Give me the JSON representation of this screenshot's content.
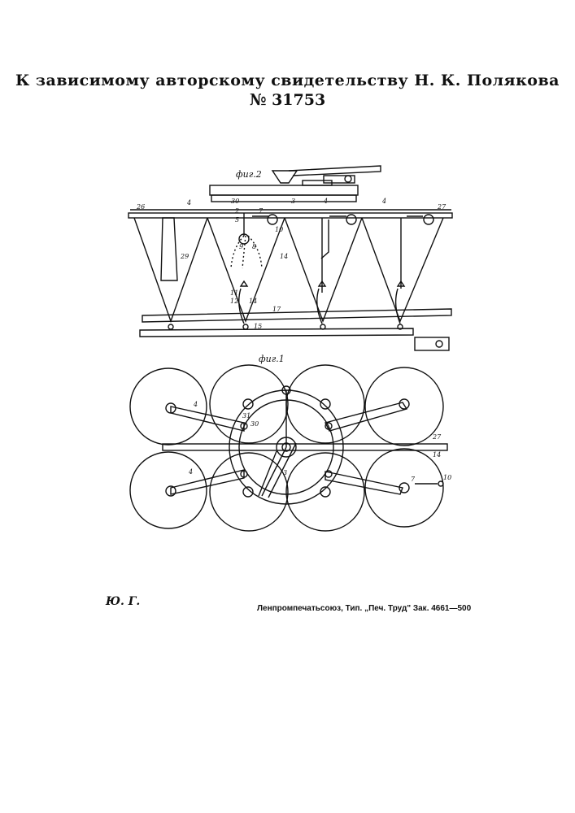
{
  "header": {
    "title": "К зависимому авторскому свидетельству Н. К. Полякова",
    "patent_number": "№ 31753"
  },
  "figures": {
    "fig2_caption": "фиг.2",
    "fig1_caption": "фиг.1",
    "fig2_labels": [
      "26",
      "4",
      "30",
      "2",
      "3",
      "4",
      "4",
      "27",
      "5",
      "7",
      "10",
      "9",
      "8",
      "14",
      "29",
      "11",
      "12",
      "14",
      "17",
      "15"
    ],
    "fig1_labels": [
      "4",
      "31",
      "30",
      "4",
      "3",
      "27",
      "14",
      "7",
      "10"
    ]
  },
  "footer": {
    "initials": "Ю. Г.",
    "printer": "Ленпромпечатьсоюз, Тип. „Печ. Труд\" Зак. 4661—500"
  }
}
